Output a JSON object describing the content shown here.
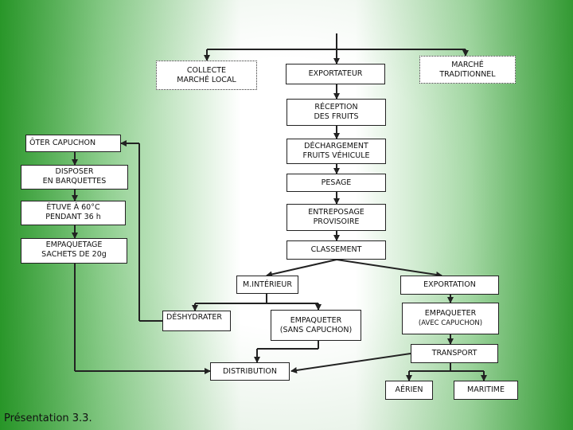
{
  "nodes": {
    "collecte": "COLLECTE\nMARCHÉ LOCAL",
    "exportateur": "EXPORTATEUR",
    "marche_traditionnel": "MARCHÉ\nTRADITIONNEL",
    "reception": "RÉCEPTION\nDES FRUITS",
    "dechargement": "DÉCHARGEMENT\nFRUITS VÉHICULE",
    "pesage": "PESAGE",
    "entreposage": "ENTREPOSAGE\nPROVISOIRE",
    "classement": "CLASSEMENT",
    "oter_capuchon": "ÔTER CAPUCHON",
    "disposer": "DISPOSER\nEN BARQUETTES",
    "etuve": "ÉTUVE À 60°C\nPENDANT 36 h",
    "empaquetage": "EMPAQUETAGE\nSACHETS DE 20g",
    "marche_interieur": "M.INTÉRIEUR",
    "exportation": "EXPORTATION",
    "deshydrater": "DÉSHYDRATER",
    "empaqueter_sans": "EMPAQUETER\n(SANS CAPUCHON)",
    "empaqueter_avec_title": "EMPAQUETER",
    "empaqueter_avec_sub": "(AVEC CAPUCHON)",
    "transport": "TRANSPORT",
    "distribution": "DISTRIBUTION",
    "aerien": "AÉRIEN",
    "maritime": "MARITIME"
  },
  "caption": "Présentation 3.3."
}
